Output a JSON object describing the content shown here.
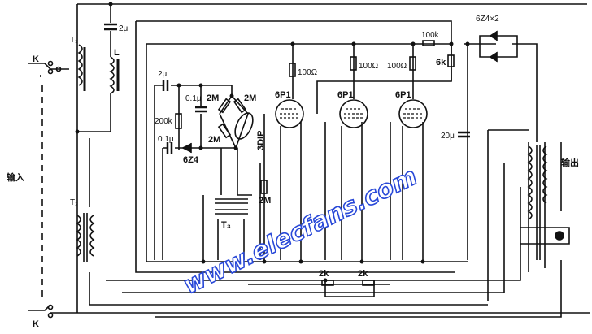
{
  "labels": {
    "switch_top": "K",
    "switch_bottom": "K",
    "t1": "T₁",
    "t2": "T₂",
    "t3": "T₃",
    "c_2u_top": "2μ",
    "inductor": "L",
    "c_2u_left": "2μ",
    "c_01u_a": "0.1μ",
    "c_01u_b": "0.1μ",
    "r_200k": "200k",
    "r_2m_a": "2M",
    "r_2m_b": "2M",
    "r_2m_c": "2M",
    "r_2m_d": "2M",
    "diode_6z4": "6Z4",
    "lamp_3dip": "3DIP",
    "tube1": "6P1",
    "tube2": "6P1",
    "tube3": "6P1",
    "r_100_a": "100Ω",
    "r_100_b": "100Ω",
    "r_100_c": "100Ω",
    "r_100k": "100k",
    "r_6k": "6k",
    "rectifier": "6Z4×2",
    "c_20u": "20μ",
    "r_2k_a": "2k",
    "r_2k_b": "2k",
    "input": "输入",
    "output": "输出"
  },
  "watermark": "www.elecfans.com",
  "colors": {
    "ink": "#111111",
    "watermark": "#2848d8"
  }
}
